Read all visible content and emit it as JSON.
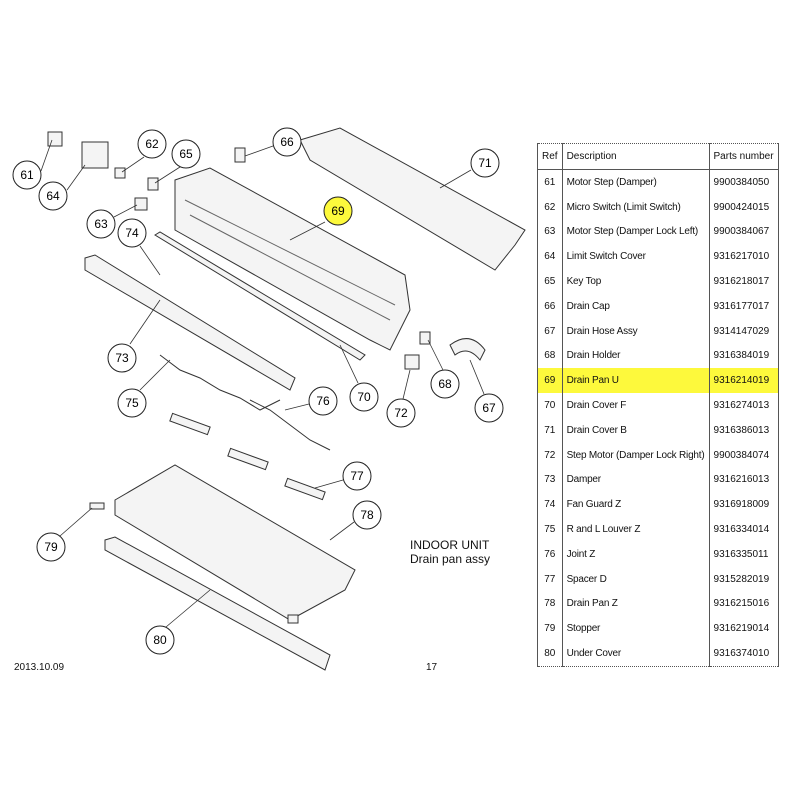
{
  "diagram": {
    "callouts": [
      "61",
      "62",
      "63",
      "64",
      "65",
      "66",
      "69",
      "71",
      "74",
      "73",
      "70",
      "75",
      "76",
      "72",
      "68",
      "67",
      "77",
      "78",
      "79",
      "80"
    ],
    "highlighted": "69",
    "highlight_color": "#fdf93c",
    "caption_title": "INDOOR UNIT",
    "caption_subtitle": "Drain pan assy"
  },
  "table": {
    "headers": {
      "ref": "Ref",
      "description": "Description",
      "parts_number": "Parts number"
    },
    "rows": [
      {
        "ref": "61",
        "description": "Motor Step (Damper)",
        "parts_number": "9900384050"
      },
      {
        "ref": "62",
        "description": "Micro Switch (Limit Switch)",
        "parts_number": "9900424015"
      },
      {
        "ref": "63",
        "description": "Motor Step (Damper Lock Left)",
        "parts_number": "9900384067"
      },
      {
        "ref": "64",
        "description": "Limit Switch Cover",
        "parts_number": "9316217010"
      },
      {
        "ref": "65",
        "description": "Key Top",
        "parts_number": "9316218017"
      },
      {
        "ref": "66",
        "description": "Drain Cap",
        "parts_number": "9316177017"
      },
      {
        "ref": "67",
        "description": "Drain Hose Assy",
        "parts_number": "9314147029"
      },
      {
        "ref": "68",
        "description": "Drain Holder",
        "parts_number": "9316384019"
      },
      {
        "ref": "69",
        "description": "Drain Pan U",
        "parts_number": "9316214019",
        "highlighted": true
      },
      {
        "ref": "70",
        "description": "Drain Cover F",
        "parts_number": "9316274013"
      },
      {
        "ref": "71",
        "description": "Drain Cover B",
        "parts_number": "9316386013"
      },
      {
        "ref": "72",
        "description": "Step Motor (Damper Lock Right)",
        "parts_number": "9900384074"
      },
      {
        "ref": "73",
        "description": "Damper",
        "parts_number": "9316216013"
      },
      {
        "ref": "74",
        "description": "Fan Guard Z",
        "parts_number": "9316918009"
      },
      {
        "ref": "75",
        "description": "R and L Louver Z",
        "parts_number": "9316334014"
      },
      {
        "ref": "76",
        "description": "Joint Z",
        "parts_number": "9316335011"
      },
      {
        "ref": "77",
        "description": "Spacer D",
        "parts_number": "9315282019"
      },
      {
        "ref": "78",
        "description": "Drain Pan Z",
        "parts_number": "9316215016"
      },
      {
        "ref": "79",
        "description": "Stopper",
        "parts_number": "9316219014"
      },
      {
        "ref": "80",
        "description": "Under Cover",
        "parts_number": "9316374010"
      }
    ]
  },
  "footer": {
    "date": "2013.10.09",
    "page": "17"
  }
}
